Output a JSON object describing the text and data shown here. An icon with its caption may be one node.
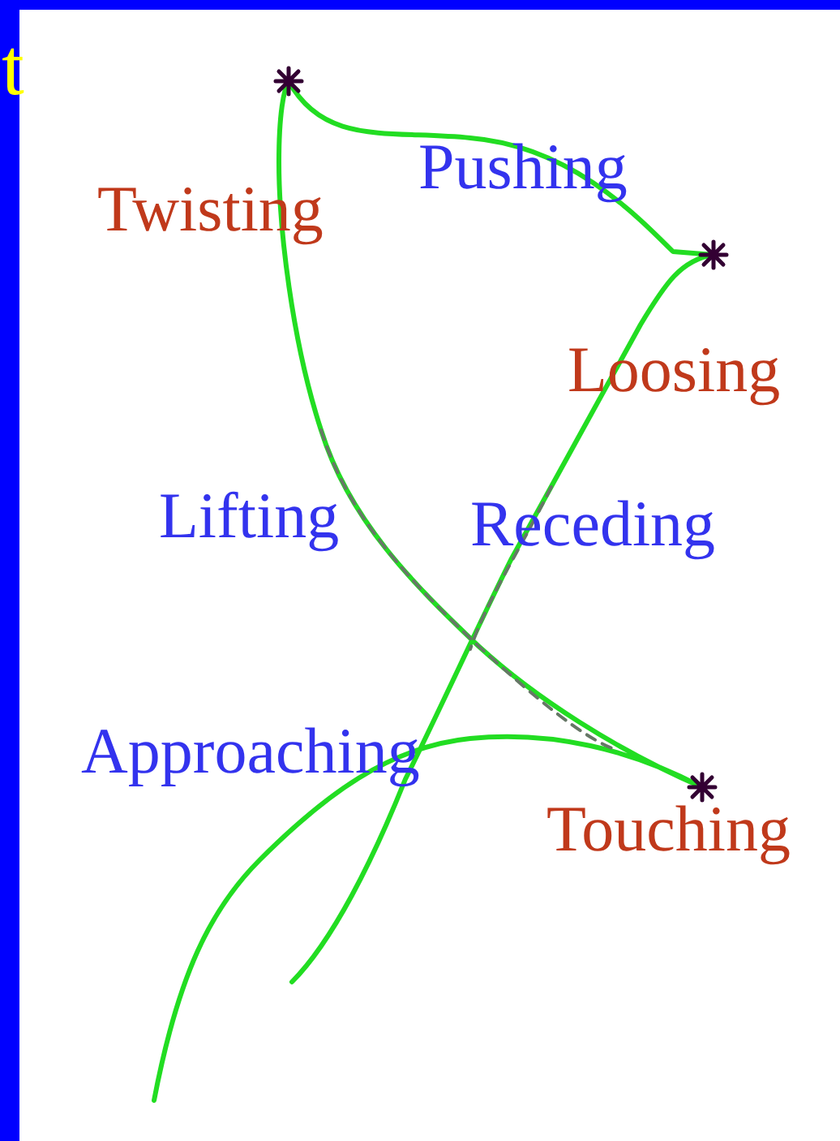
{
  "diagram": {
    "labels": [
      "t",
      "Twisting",
      "Pushing",
      "Loosing",
      "Lifting",
      "Receding",
      "Approaching",
      "Touching"
    ]
  }
}
